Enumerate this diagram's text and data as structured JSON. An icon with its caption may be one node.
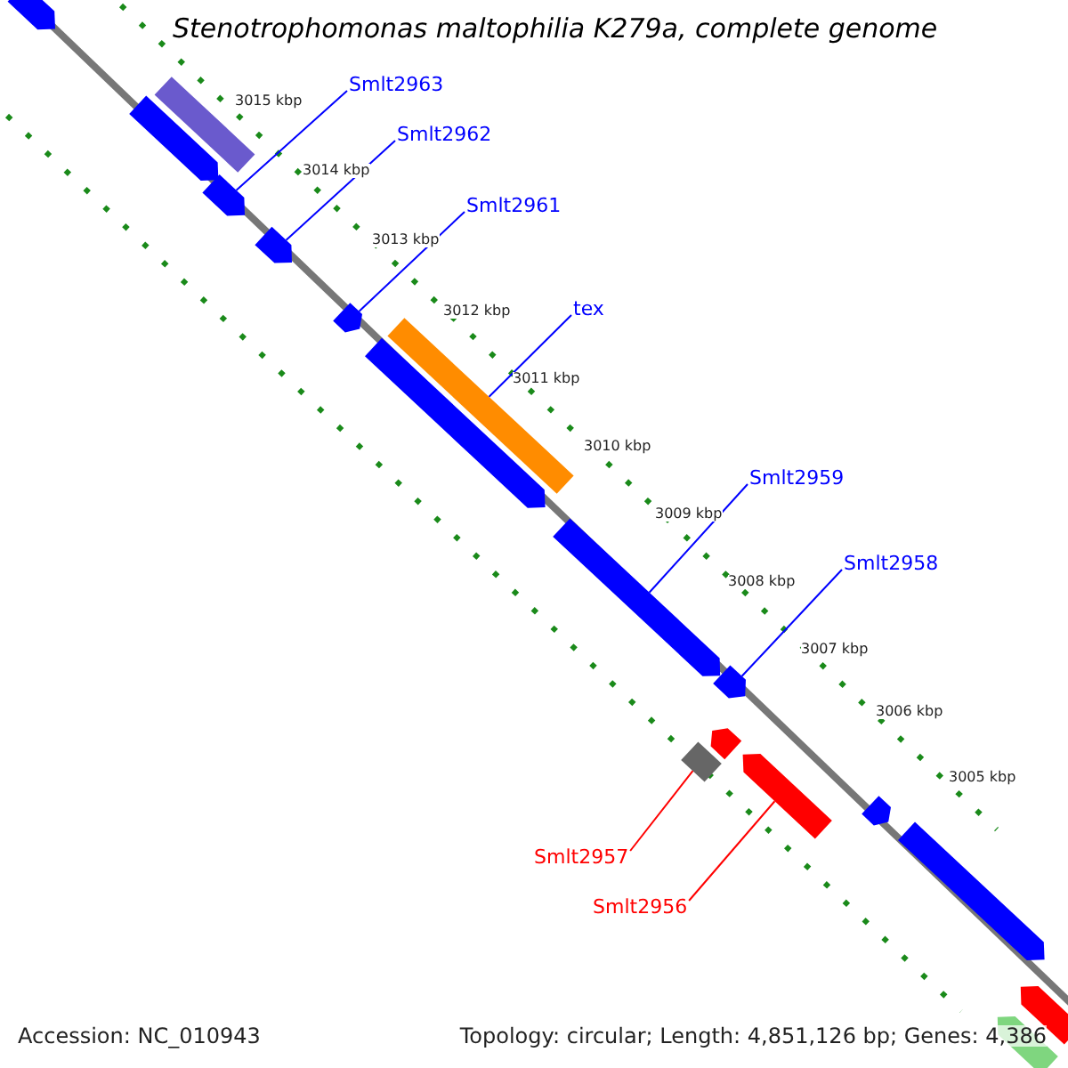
{
  "diagram": {
    "title": "Stenotrophomonas maltophilia K279a, complete genome",
    "nodes": [
      {
        "text": [
          "Smlt2963"
        ]
      },
      {
        "text": [],
        "shape": "bar"
      },
      {
        "text": [
          "Smlt2962"
        ]
      },
      {
        "text": [],
        "shape": "bar"
      },
      {
        "text": [
          "Smlt2961"
        ]
      },
      {
        "text": [],
        "shape": "bar"
      },
      {
        "text": [
          "tex"
        ]
      },
      {
        "text": [],
        "shape": "bar"
      },
      {
        "text": [
          "Smlt2959"
        ]
      },
      {
        "text": [],
        "shape": "bar"
      },
      {
        "text": [
          "Smlt2958"
        ]
      },
      {
        "text": [],
        "shape": "bar"
      },
      {
        "text": [
          "Smlt2957"
        ]
      },
      {
        "text": [],
        "shape": "bar"
      },
      {
        "text": [
          "Smlt2956"
        ]
      },
      {
        "text": [],
        "shape": "bar"
      },
      {
        "text": [],
        "shape": "bar"
      },
      {
        "text": [],
        "shape": "bar"
      },
      {
        "text": [],
        "shape": "bar"
      },
      {
        "text": [],
        "shape": "bar"
      },
      {
        "text": [],
        "shape": "bar"
      },
      {
        "text": [],
        "shape": "bar"
      },
      {
        "text": [],
        "shape": "bar"
      },
      {
        "text": [],
        "shape": "bar"
      },
      {
        "text": [],
        "shape": "bar"
      }
    ],
    "edges": [
      {
        "from": 0,
        "to": 1,
        "arrow": "none"
      },
      {
        "from": 2,
        "to": 3,
        "arrow": "none"
      },
      {
        "from": 4,
        "to": 5,
        "arrow": "none"
      },
      {
        "from": 6,
        "to": 7,
        "arrow": "none"
      },
      {
        "from": 8,
        "to": 9,
        "arrow": "none"
      },
      {
        "from": 10,
        "to": 11,
        "arrow": "none"
      },
      {
        "from": 12,
        "to": 13,
        "arrow": "none",
        "color": "#ff0000"
      },
      {
        "from": 14,
        "to": 15,
        "arrow": "none",
        "color": "#ff0000"
      }
    ],
    "labels": [
      "3015 kbp",
      "3014 kbp",
      "3013 kbp",
      "3012 kbp",
      "3011 kbp",
      "3010 kbp",
      "3009 kbp",
      "3008 kbp",
      "3007 kbp",
      "3006 kbp",
      "3005 kbp",
      "Accession: NC_010943",
      "Topology: circular; Length: 4,851,126 bp; Genes: 4,386"
    ]
  }
}
